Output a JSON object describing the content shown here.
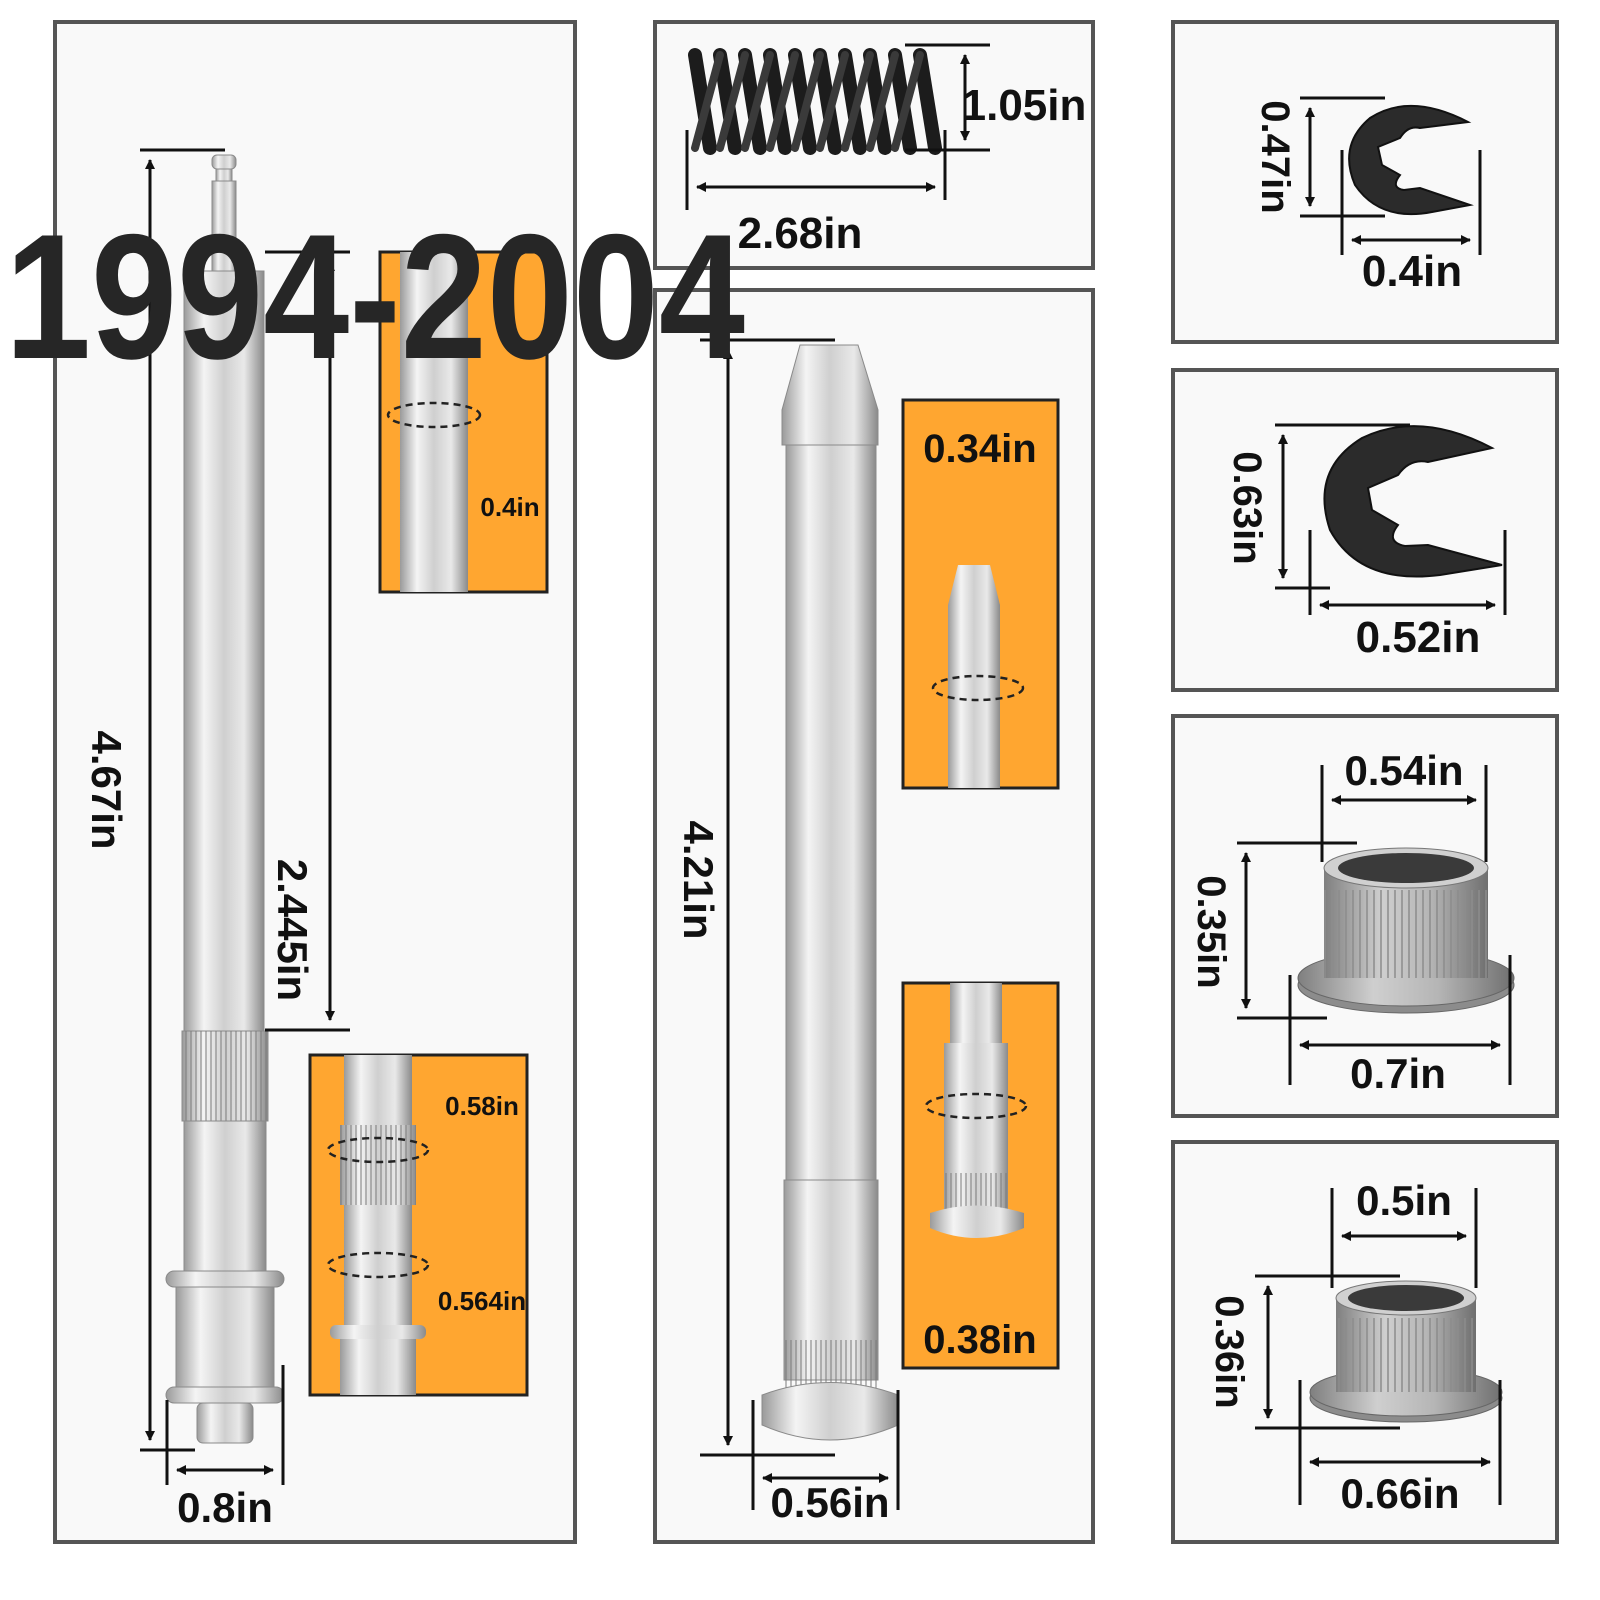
{
  "year_range": "1994-2004",
  "colors": {
    "panel_border": "#555555",
    "panel_bg": "#f9f9f9",
    "accent_orange": "#ffa630",
    "metal_light": "#eeeeee",
    "metal_dark": "#999999",
    "clip_black": "#2b2b2b",
    "text": "#111111"
  },
  "hinge_pin_long": {
    "length": "4.67in",
    "upper_length": "2.445in",
    "base_width": "0.8in",
    "detail_top_diameter": "0.4in",
    "detail_knurl_diameter": "0.58in",
    "detail_lower_diameter": "0.564in"
  },
  "spring": {
    "diameter": "1.05in",
    "length": "2.68in"
  },
  "hinge_pin_short": {
    "length": "4.21in",
    "base_width": "0.56in",
    "detail_top_diameter": "0.34in",
    "detail_bottom_diameter": "0.38in"
  },
  "small_e_clip": {
    "height": "0.47in",
    "width": "0.4in"
  },
  "large_e_clip": {
    "height": "0.63in",
    "width": "0.52in"
  },
  "large_bushing": {
    "inner_width": "0.54in",
    "height": "0.35in",
    "flange_width": "0.7in"
  },
  "small_bushing": {
    "inner_width": "0.5in",
    "height": "0.36in",
    "flange_width": "0.66in"
  }
}
